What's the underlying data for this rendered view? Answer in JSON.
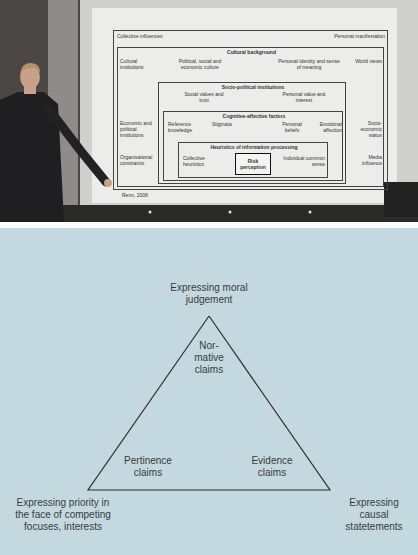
{
  "diagram": {
    "nodes": [
      {
        "text": [
          "Collective influences",
          "Personal manifestation"
        ]
      },
      {
        "text": [
          "Cultural background",
          "Cultural institutions",
          "Political, social and economic culture",
          "Personal identity and sense of meaning",
          "World views",
          "Economic and political institutions",
          "Organisational constraints",
          "Socio-economic status",
          "Media influence"
        ],
        "in": 0
      },
      {
        "text": [
          "Socio-political institutions",
          "Social values and trust",
          "Personal value and interest"
        ],
        "in": 1
      },
      {
        "text": [
          "Cognitive-affective factors",
          "Reference knowledge",
          "Stigmata",
          "Personal beliefs",
          "Emotional affection"
        ],
        "in": 2
      },
      {
        "text": [
          "Heuristics of information processing",
          "Collective heuristics",
          "Individual common sense"
        ],
        "in": 3
      },
      {
        "text": [
          "Risk perception"
        ],
        "in": 4
      },
      {
        "text": [
          "Nor- mative claims",
          "Pertinence claims",
          "Evidence claims"
        ]
      }
    ],
    "labels": [
      "Renn, 2008",
      "Expressing moral judgement",
      "Expressing priority in the face of competing focuses, interests",
      "Expressing causal statetements"
    ]
  }
}
